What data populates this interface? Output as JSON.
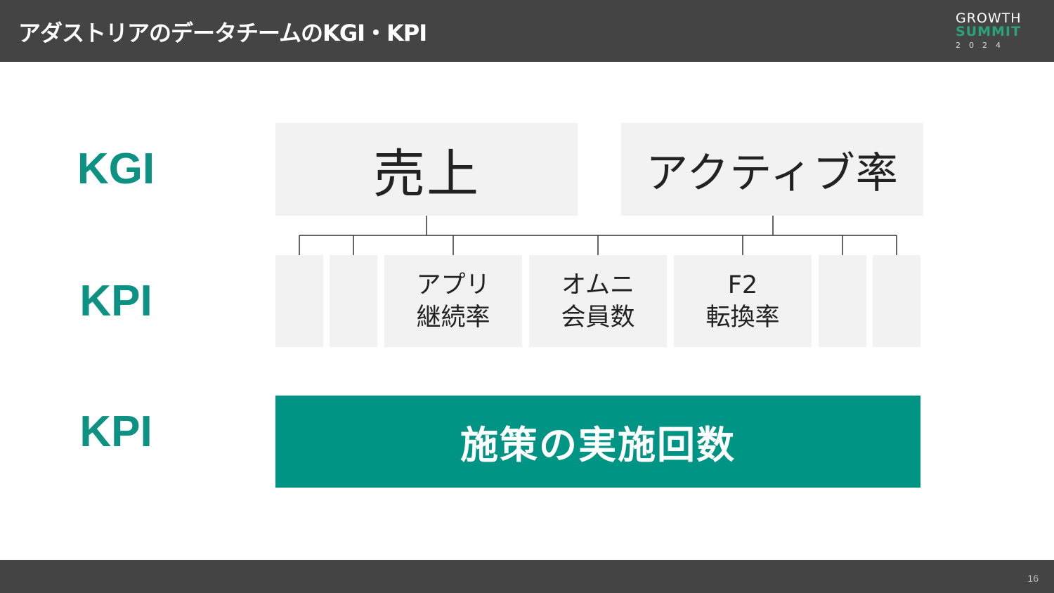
{
  "header": {
    "title": "アダストリアのデータチームのKGI・KPI",
    "logo": {
      "line1": "GROWTH",
      "line2": "SUMMIT",
      "line3": "2024"
    }
  },
  "rows": {
    "kgi_label": "KGI",
    "kpi_label": "KPI",
    "kpi2_label": "KPI"
  },
  "kgi": [
    "売上",
    "アクティブ率"
  ],
  "kpis": [
    "",
    "",
    "アプリ\n継続率",
    "オムニ\n会員数",
    "F2\n転換率",
    "",
    ""
  ],
  "measure": "施策の実施回数",
  "footer": {
    "page": "16"
  },
  "colors": {
    "header": "#444444",
    "accent": "#009484",
    "box": "#f2f2f2"
  }
}
